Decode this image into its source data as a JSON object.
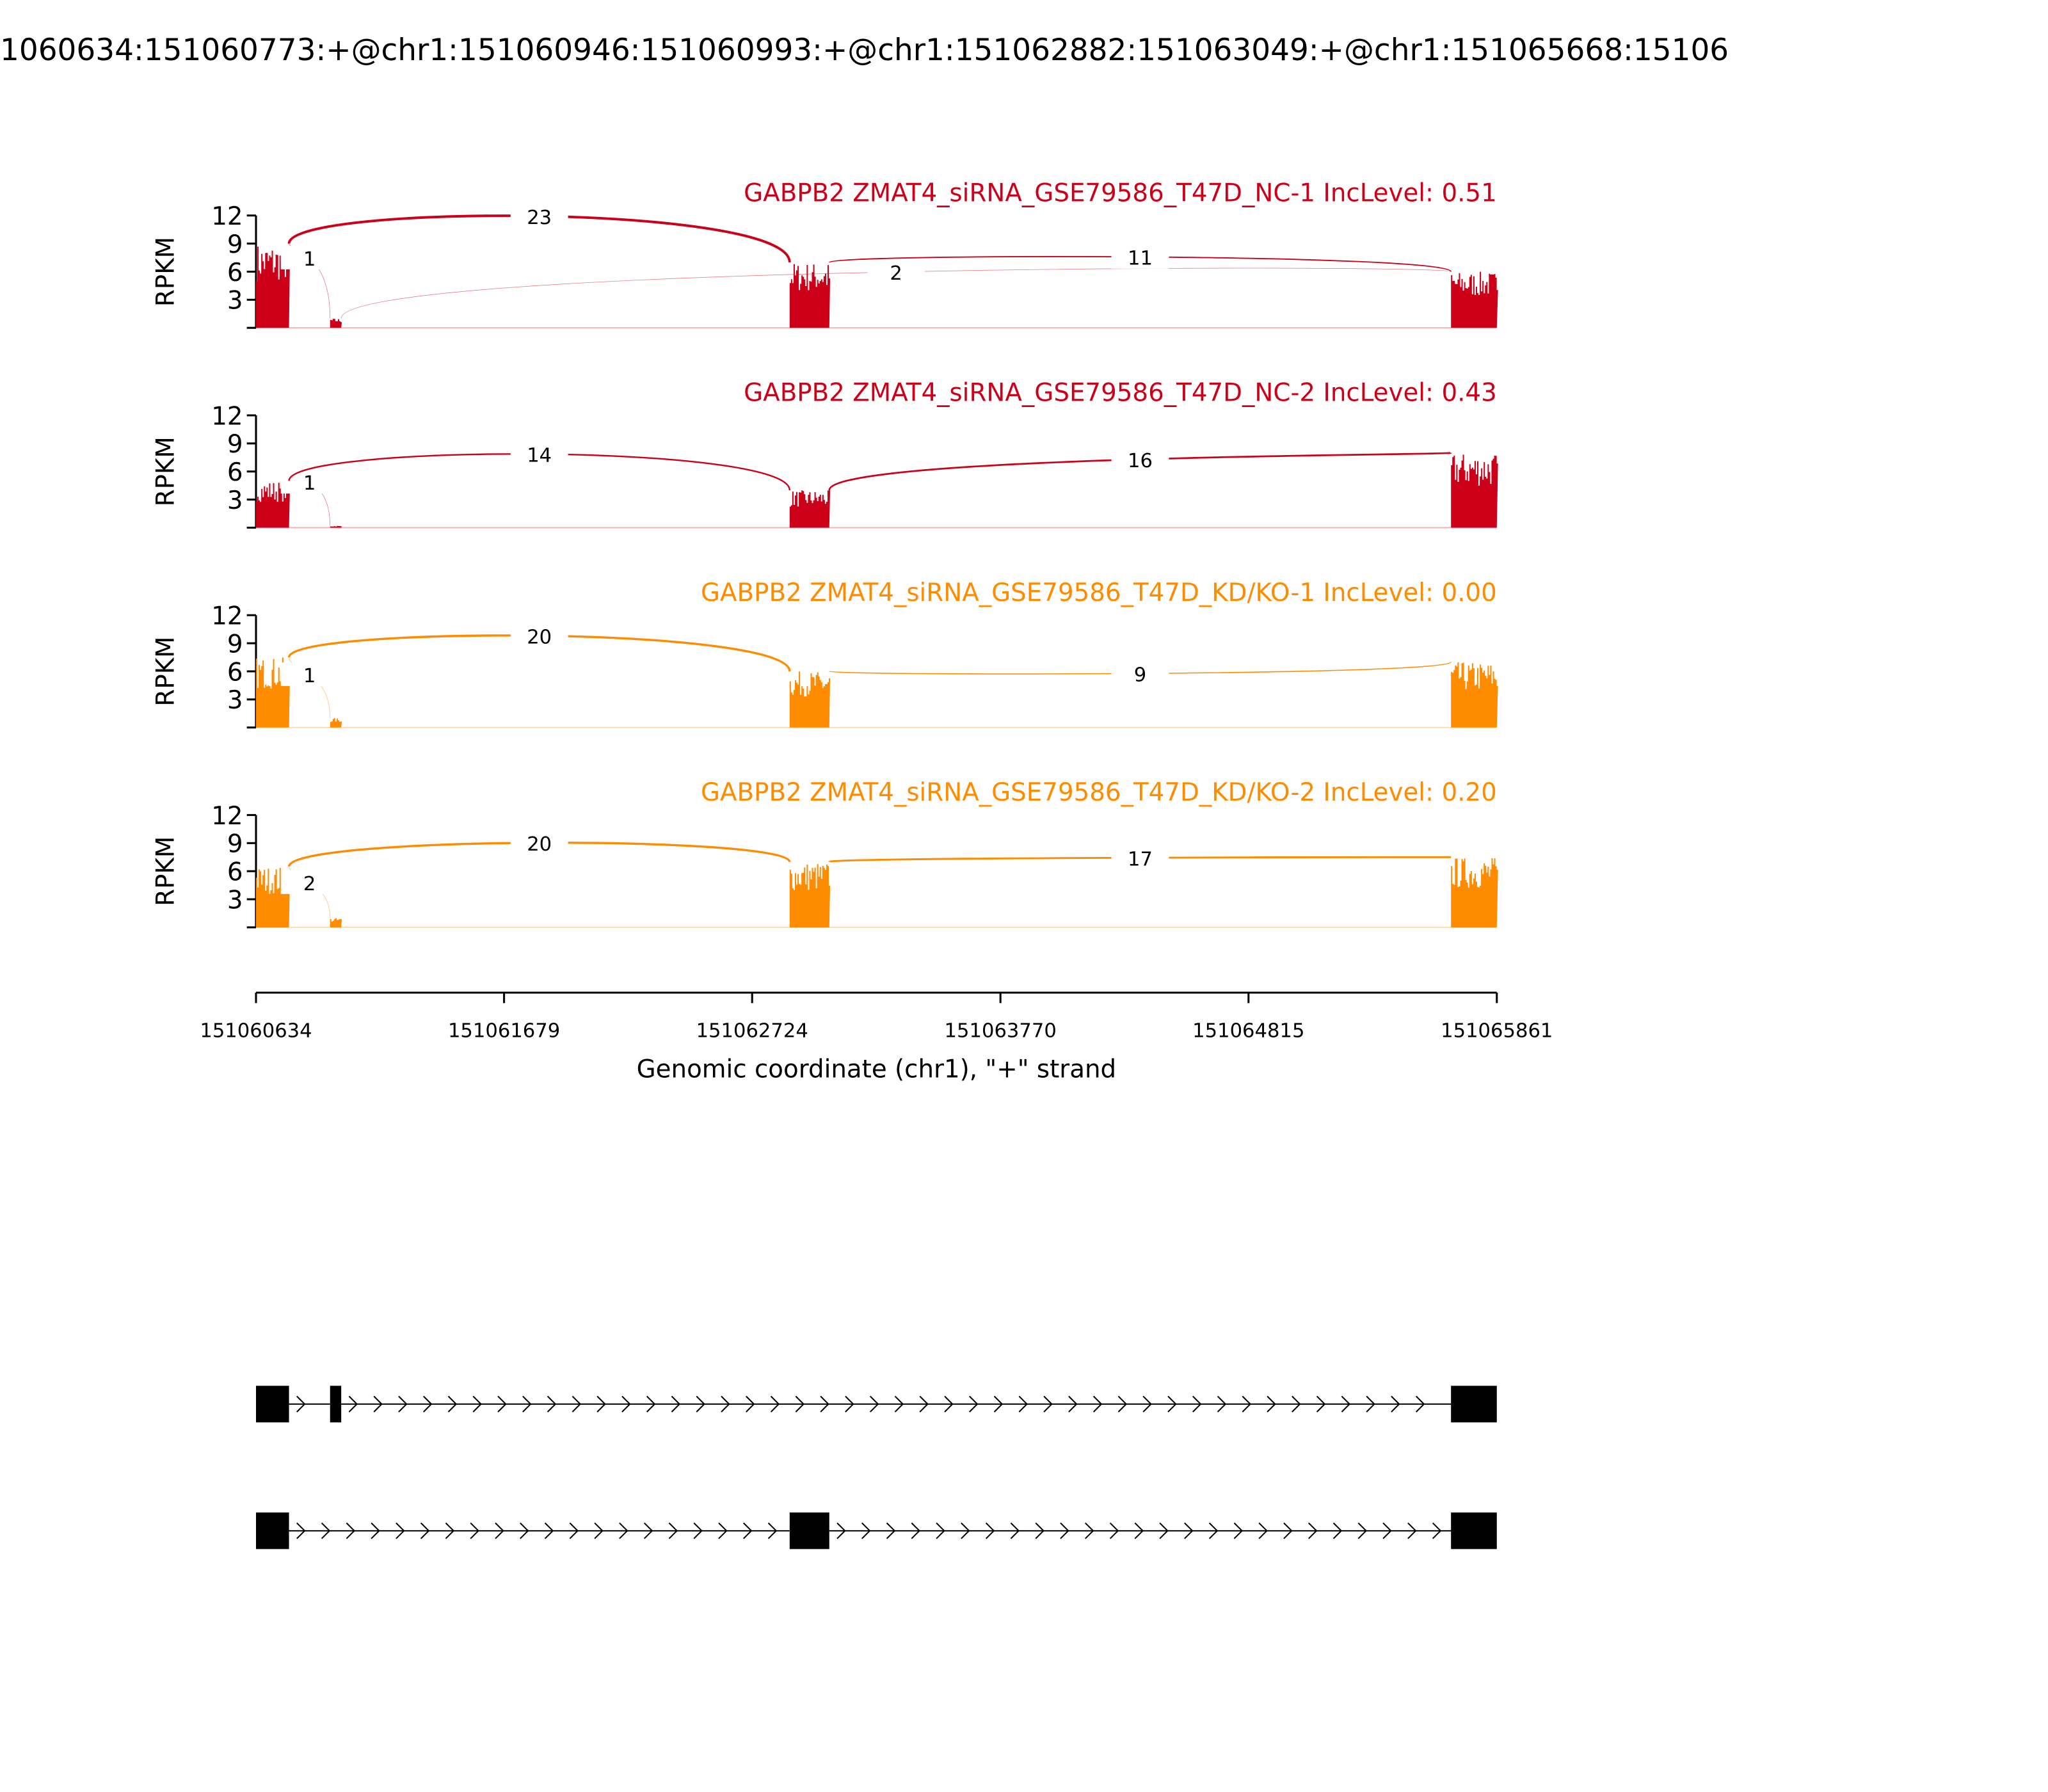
{
  "title": "1060634:151060773:+@chr1:151060946:151060993:+@chr1:151062882:151063049:+@chr1:151065668:15106",
  "chart_data": {
    "type": "area",
    "xlabel": "Genomic coordinate (chr1), \"+\" strand",
    "ylabel": "RPKM",
    "xlim": [
      151060634,
      151065861
    ],
    "xticks": [
      "151060634",
      "151061679",
      "151062724",
      "151063770",
      "151064815",
      "151065861"
    ],
    "ylim": [
      0,
      12
    ],
    "yticks": [
      "3",
      "6",
      "9",
      "12"
    ],
    "exons": [
      [
        151060634,
        151060773
      ],
      [
        151060946,
        151060993
      ],
      [
        151062882,
        151063049
      ],
      [
        151065668,
        151065861
      ]
    ],
    "panels": [
      {
        "title": "GABPB2 ZMAT4_siRNA_GSE79586_T47D_NC-1 IncLevel: 0.51",
        "color": "#cc0018",
        "coverage": [
          9,
          1,
          7,
          6
        ],
        "junctions": [
          {
            "from": 151060773,
            "to": 151060946,
            "count": "1",
            "peak": 8.5
          },
          {
            "from": 151060773,
            "to": 151062882,
            "count": "23",
            "peak": 12.2
          },
          {
            "from": 151060993,
            "to": 151065668,
            "count": "2",
            "peak": 6.6
          },
          {
            "from": 151063049,
            "to": 151065668,
            "count": "11",
            "peak": 7.7
          }
        ]
      },
      {
        "title": "GABPB2 ZMAT4_siRNA_GSE79586_T47D_NC-2 IncLevel: 0.43",
        "color": "#cc0018",
        "coverage": [
          5,
          0.2,
          4,
          8
        ],
        "junctions": [
          {
            "from": 151060773,
            "to": 151060946,
            "count": "1",
            "peak": 5.5
          },
          {
            "from": 151060773,
            "to": 151062882,
            "count": "14",
            "peak": 8.0
          },
          {
            "from": 151063049,
            "to": 151065668,
            "count": "16",
            "peak": 7.8
          }
        ]
      },
      {
        "title": "GABPB2 ZMAT4_siRNA_GSE79586_T47D_KD/KO-1 IncLevel: 0.00",
        "color": "#ff8c00",
        "coverage": [
          7.5,
          1,
          6,
          7
        ],
        "junctions": [
          {
            "from": 151060773,
            "to": 151060946,
            "count": "1",
            "peak": 6.5
          },
          {
            "from": 151060773,
            "to": 151062882,
            "count": "20",
            "peak": 10.0
          },
          {
            "from": 151063049,
            "to": 151065668,
            "count": "9",
            "peak": 5.9
          }
        ]
      },
      {
        "title": "GABPB2 ZMAT4_siRNA_GSE79586_T47D_KD/KO-2 IncLevel: 0.20",
        "color": "#ff8c00",
        "coverage": [
          6.5,
          1,
          7,
          7.5
        ],
        "junctions": [
          {
            "from": 151060773,
            "to": 151060946,
            "count": "2",
            "peak": 5.5
          },
          {
            "from": 151060773,
            "to": 151062882,
            "count": "20",
            "peak": 9.1
          },
          {
            "from": 151063049,
            "to": 151065668,
            "count": "17",
            "peak": 7.5
          }
        ]
      }
    ],
    "isoforms": [
      [
        [
          151060634,
          151060773
        ],
        [
          151060946,
          151060993
        ],
        [
          151065668,
          151065861
        ]
      ],
      [
        [
          151060634,
          151060773
        ],
        [
          151062882,
          151063049
        ],
        [
          151065668,
          151065861
        ]
      ]
    ]
  }
}
